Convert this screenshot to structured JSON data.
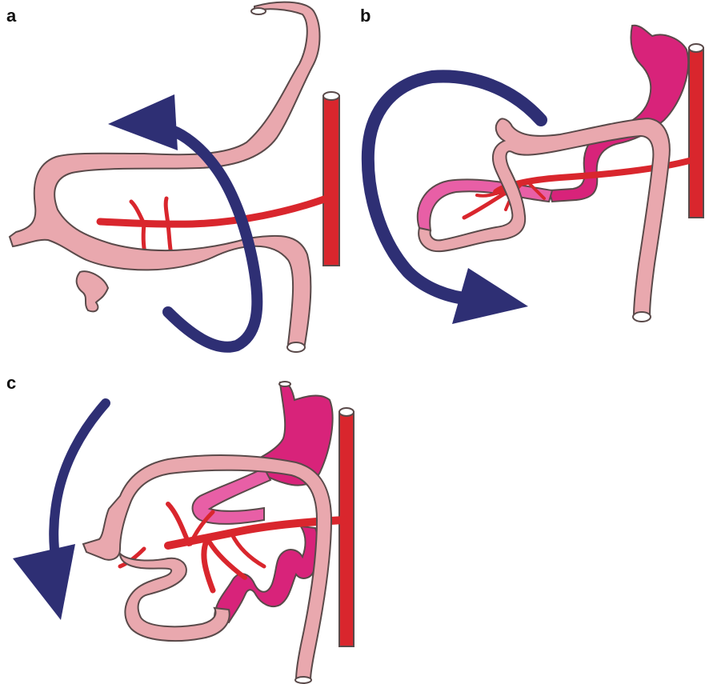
{
  "panels": [
    {
      "label": "a"
    },
    {
      "label": "b"
    },
    {
      "label": "c"
    }
  ],
  "colors": {
    "background": "#ffffff",
    "bowel_light_pink": "#e9a8ae",
    "bowel_magenta": "#d8237a",
    "bowel_pink": "#e85fa6",
    "artery_red": "#d9262d",
    "rotation_arrow_navy": "#2e2f74",
    "outline": "#5a4a4a",
    "tube_opening": "#ffffff"
  },
  "icons": {
    "rotation_arrow": "curved-rotation-arrow",
    "artery": "mesenteric-artery",
    "bowel": "intestinal-loop"
  }
}
